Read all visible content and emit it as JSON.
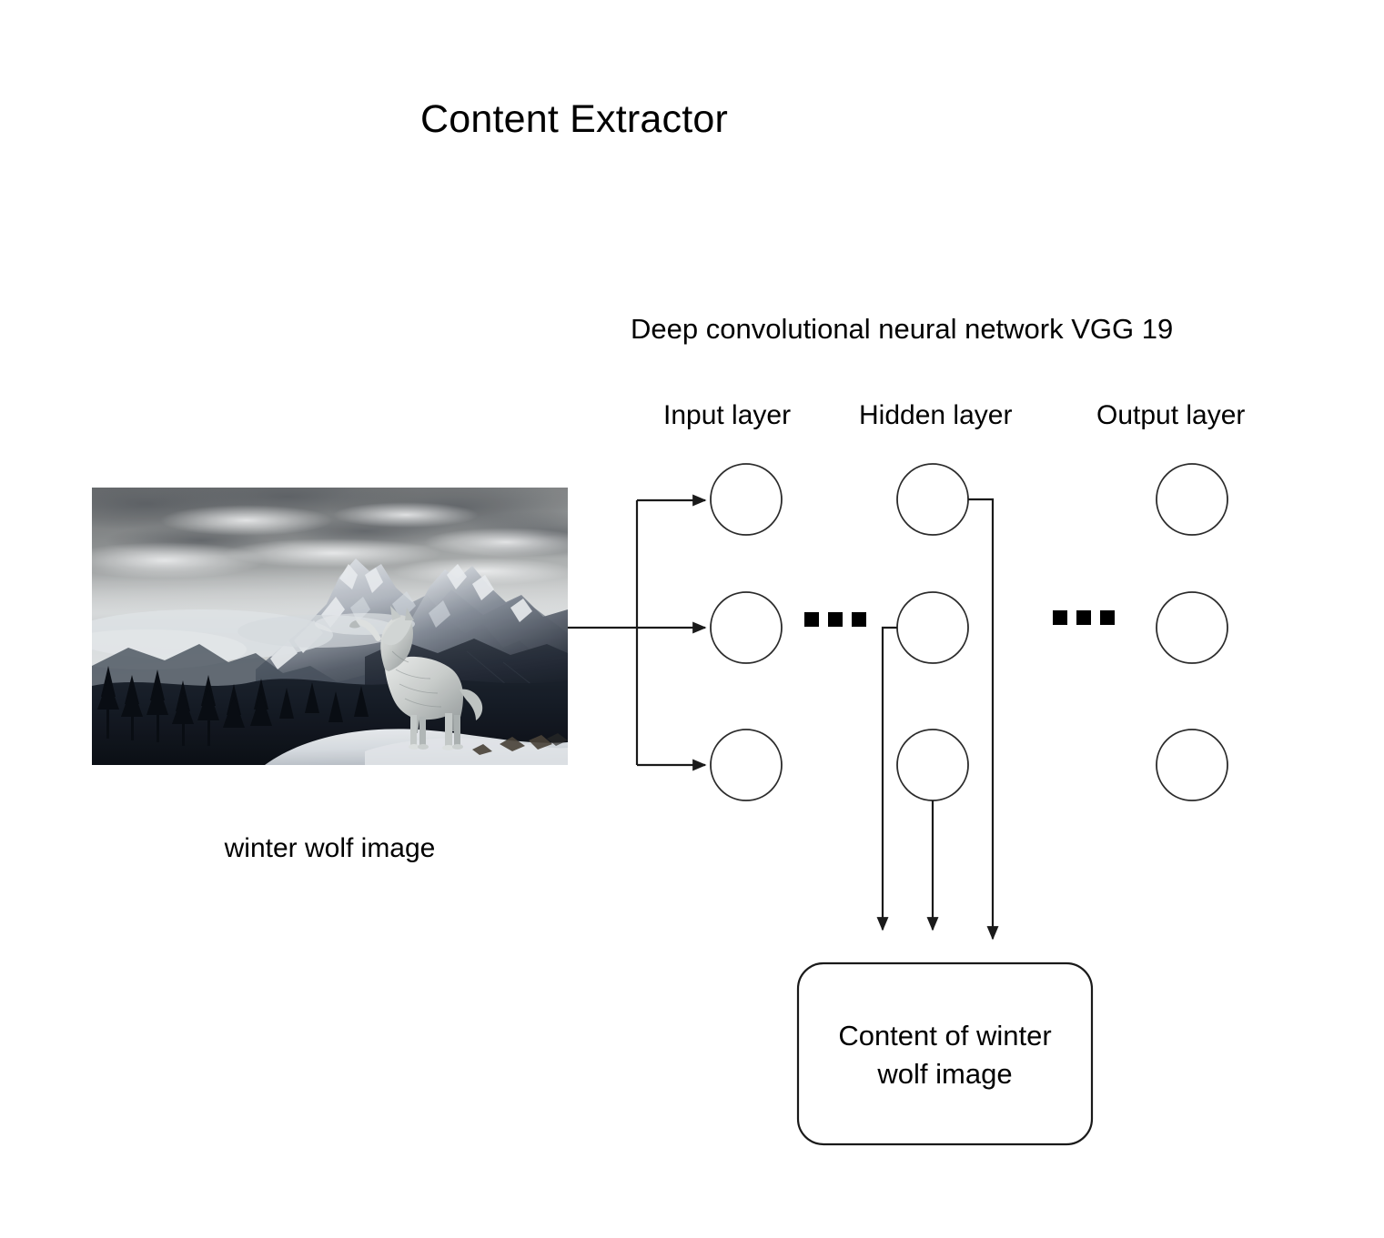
{
  "diagram": {
    "title": "Content Extractor",
    "network": {
      "heading": "Deep convolutional neural network VGG 19",
      "layers": [
        {
          "key": "input",
          "label": "Input layer",
          "node_count": 3
        },
        {
          "key": "hidden",
          "label": "Hidden layer",
          "node_count": 3
        },
        {
          "key": "output",
          "label": "Output layer",
          "node_count": 3
        }
      ],
      "ellipsis_groups": 2,
      "ellipsis_glyph": "square-dots"
    },
    "source_image": {
      "caption": "winter wolf image",
      "alt": "Monochrome winter landscape: snow-capped mountain peaks under dramatic clouds with a white wolf standing on a snowy ridge",
      "subject": "wolf",
      "palette": {
        "sky_light": "#d8d9d6",
        "sky_mid": "#9a9b9a",
        "cloud_dark": "#6d6f71",
        "peak_snow": "#e9ecef",
        "rock_dark": "#2e323a",
        "forest": "#141820",
        "night_slope": "#1b2028",
        "snow_ground": "#e3e6ea",
        "wolf_fur": "#d9dbd8"
      }
    },
    "output_box": {
      "line1": "Content of winter",
      "line2": "wolf image"
    },
    "colors": {
      "background": "#ffffff",
      "stroke": "#1a1a1a",
      "node_stroke": "#2b2b2b",
      "text": "#000000"
    }
  }
}
